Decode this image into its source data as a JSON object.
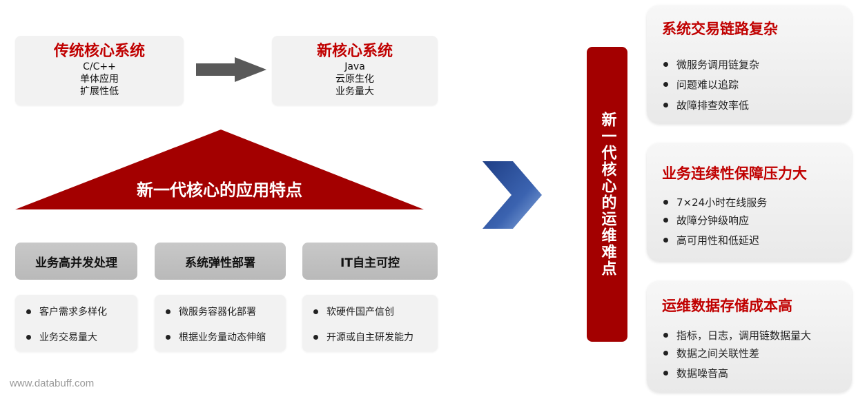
{
  "top": {
    "legacy": {
      "title": "传统核心系统",
      "lines": [
        "C/C++",
        "单体应用",
        "扩展性低"
      ]
    },
    "modern": {
      "title": "新核心系统",
      "lines": [
        "Java",
        "云原生化",
        "业务量大"
      ]
    }
  },
  "triangle": {
    "label": "新一代核心的应用特点"
  },
  "features": [
    {
      "header": "业务高并发处理",
      "bullets": [
        "客户需求多样化",
        "业务交易量大"
      ]
    },
    {
      "header": "系统弹性部署",
      "bullets": [
        "微服务容器化部署",
        "根据业务量动态伸缩"
      ]
    },
    {
      "header": "IT自主可控",
      "bullets": [
        "软硬件国产信创",
        "开源或自主研发能力"
      ]
    }
  ],
  "center_bar": {
    "text": "新一代核心的运维难点"
  },
  "cards": [
    {
      "title": "系统交易链路复杂",
      "bullets": [
        "微服务调用链复杂",
        "问题难以追踪",
        "故障排查效率低"
      ]
    },
    {
      "title": "业务连续性保障压力大",
      "bullets": [
        "7×24小时在线服务",
        "故障分钟级响应",
        "高可用性和低延迟"
      ]
    },
    {
      "title": "运维数据存储成本高",
      "bullets": [
        "指标，日志，调用链数据量大",
        "数据之间关联性差",
        "数据噪音高"
      ]
    }
  ],
  "watermark": "www.databuff.com",
  "colors": {
    "accent_red": "#c00000",
    "bar_red": "#a30000",
    "chevron_blue": "#2f5597",
    "arrow_gray": "#595959"
  }
}
